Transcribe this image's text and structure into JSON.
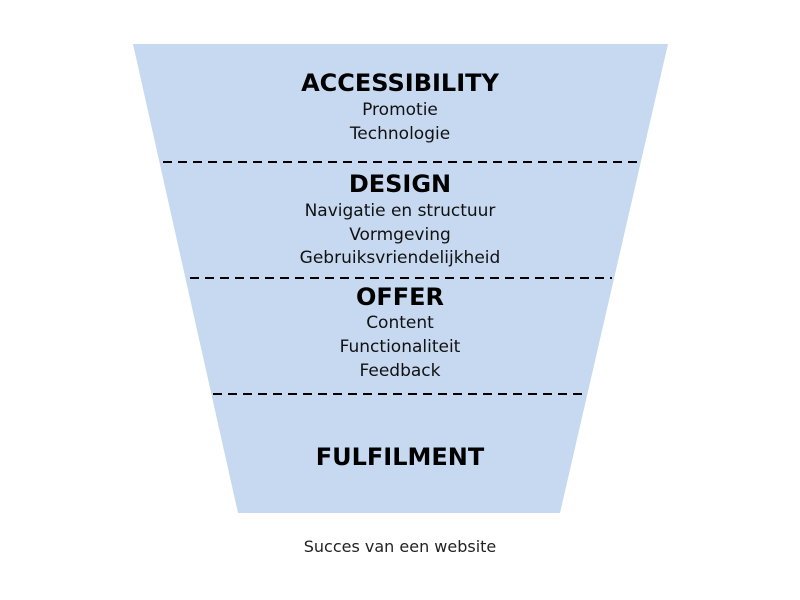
{
  "fill_color": "#c6d9f0",
  "sections": [
    {
      "title": "ACCESSIBILITY",
      "items": [
        "Promotie",
        "Technologie"
      ]
    },
    {
      "title": "DESIGN",
      "items": [
        "Navigatie en structuur",
        "Vormgeving",
        "Gebruiksvriendelijkheid"
      ]
    },
    {
      "title": "OFFER",
      "items": [
        "Content",
        "Functionaliteit",
        "Feedback"
      ]
    },
    {
      "title": "FULFILMENT",
      "items": []
    }
  ],
  "caption": "Succes van een website"
}
